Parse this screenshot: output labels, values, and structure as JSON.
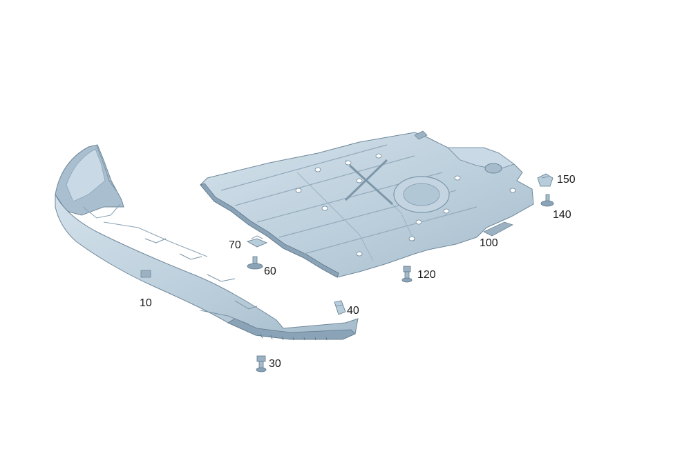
{
  "diagram": {
    "parts": [
      {
        "id": "p10",
        "label": "10",
        "name": "front-underbody-panel"
      },
      {
        "id": "p30",
        "label": "30",
        "name": "screw"
      },
      {
        "id": "p40",
        "label": "40",
        "name": "clip"
      },
      {
        "id": "p60",
        "label": "60",
        "name": "screw"
      },
      {
        "id": "p70",
        "label": "70",
        "name": "clip-nut"
      },
      {
        "id": "p100",
        "label": "100",
        "name": "engine-underbody-panel"
      },
      {
        "id": "p120",
        "label": "120",
        "name": "screw"
      },
      {
        "id": "p140",
        "label": "140",
        "name": "screw"
      },
      {
        "id": "p150",
        "label": "150",
        "name": "clip-nut"
      }
    ],
    "colors": {
      "panel_fill": "#b8cddb",
      "panel_light": "#cfdde8",
      "panel_dark": "#8aa3b6",
      "panel_edge": "#6e8799",
      "text": "#1a1a1a"
    }
  }
}
